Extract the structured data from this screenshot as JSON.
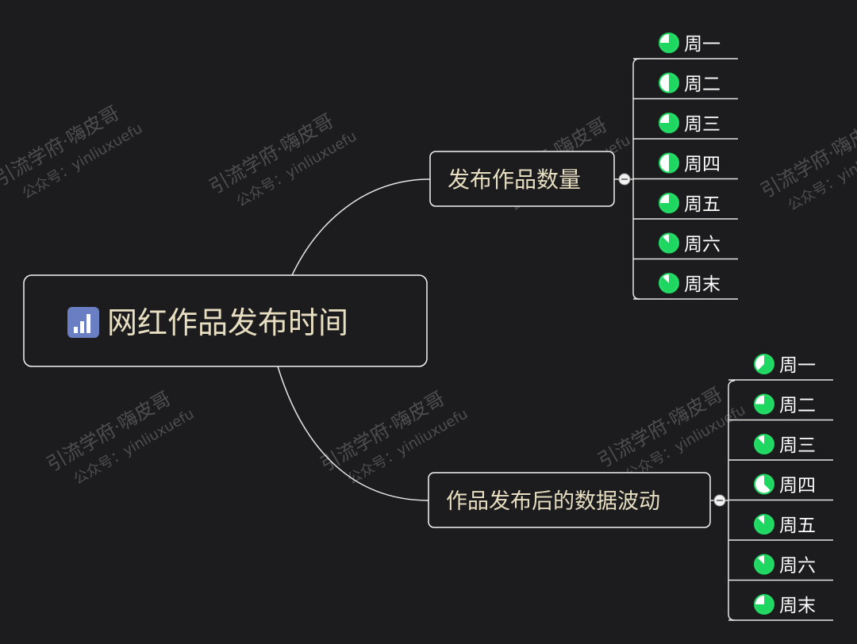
{
  "central": {
    "icon": "bar-chart-icon",
    "label": "网红作品发布时间"
  },
  "branches": [
    {
      "label": "发布作品数量",
      "items": [
        {
          "label": "周一",
          "progress": 0.75
        },
        {
          "label": "周二",
          "progress": 0.5
        },
        {
          "label": "周三",
          "progress": 0.75
        },
        {
          "label": "周四",
          "progress": 0.5
        },
        {
          "label": "周五",
          "progress": 0.75
        },
        {
          "label": "周六",
          "progress": 0.875
        },
        {
          "label": "周末",
          "progress": 0.875
        }
      ]
    },
    {
      "label": "作品发布后的数据波动",
      "items": [
        {
          "label": "周一",
          "progress": 0.625
        },
        {
          "label": "周二",
          "progress": 0.75
        },
        {
          "label": "周三",
          "progress": 0.875
        },
        {
          "label": "周四",
          "progress": 0.375
        },
        {
          "label": "周五",
          "progress": 0.875
        },
        {
          "label": "周六",
          "progress": 0.875
        },
        {
          "label": "周末",
          "progress": 0.75
        }
      ]
    }
  ],
  "watermark": {
    "line1": "引流学府·嗨皮哥",
    "line2": "公众号：yinliuxuefu"
  },
  "colors": {
    "background": "#1c1b1d",
    "topic_text": "#e8dfc2",
    "node_border": "#f4f4f4",
    "line": "#e6e6e6",
    "progress_fill": "#1ed760",
    "icon_bg": "#6a7ec3"
  }
}
